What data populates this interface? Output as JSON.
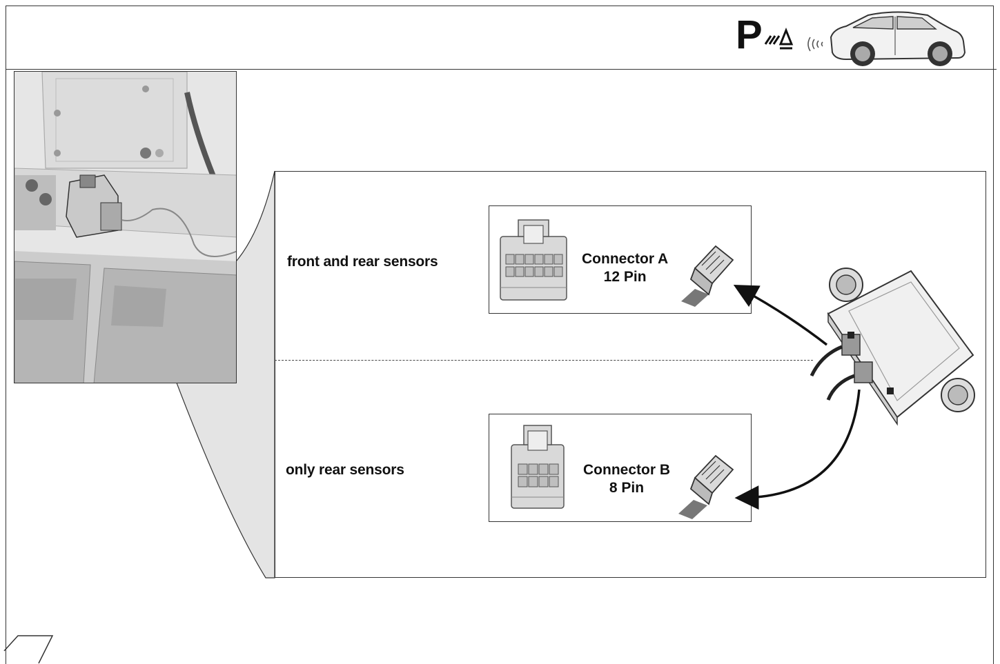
{
  "header": {
    "brand_letter": "P",
    "brand_icon": "parking-sensor-icon",
    "car_icon": "car-with-sensor-waves-icon"
  },
  "labels": {
    "front_and_rear": "front and rear sensors",
    "only_rear": "only rear sensors"
  },
  "connectors": [
    {
      "name": "Connector A",
      "pins": "12 Pin"
    },
    {
      "name": "Connector B",
      "pins": "8 Pin"
    }
  ],
  "colors": {
    "line": "#222222",
    "photo_gray": "#d4d4d4",
    "connector_fill": "#d9d9d9"
  }
}
